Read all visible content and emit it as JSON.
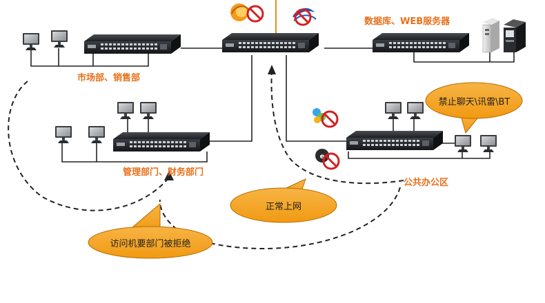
{
  "colors": {
    "label": "#e8701a",
    "callout_fill": "#f4a21c",
    "callout_edge": "#b86a00",
    "wire": "#222222",
    "uplink": "#f08a1c",
    "forbid": "#d42020"
  },
  "labels": {
    "market": "市场部、销售部",
    "servers": "数据库、WEB服务器",
    "management": "管理部门、财务部门",
    "public_office": "公共办公区"
  },
  "callouts": {
    "block_apps": "禁止聊天\\讯雷\\BT",
    "normal_internet": "正常上网",
    "access_denied": "访问机要部门被拒绝"
  },
  "icons": [
    "firefox-icon",
    "forbidden-icon",
    "msn-icon",
    "p2p-icon",
    "switch-icon",
    "monitor-icon",
    "server-icon"
  ]
}
